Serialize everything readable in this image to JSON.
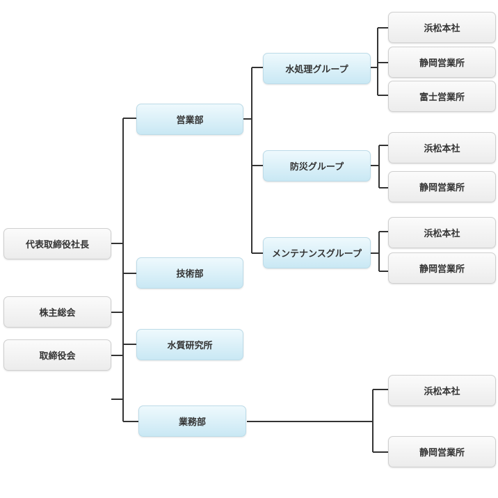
{
  "left": {
    "president": "代表取締役社長",
    "shareholders": "株主総会",
    "board": "取締役会"
  },
  "departments": {
    "sales": "営業部",
    "technical": "技術部",
    "lab": "水質研究所",
    "business": "業務部"
  },
  "groups": {
    "water": "水処理グループ",
    "disaster": "防災グループ",
    "maintenance": "メンテナンスグループ"
  },
  "offices": {
    "water": [
      "浜松本社",
      "静岡営業所",
      "富士営業所"
    ],
    "disaster": [
      "浜松本社",
      "静岡営業所"
    ],
    "maintenance": [
      "浜松本社",
      "静岡営業所"
    ],
    "business": [
      "浜松本社",
      "静岡営業所"
    ]
  },
  "colors": {
    "line": "#333333",
    "blue_node": "#c9e8f4",
    "gray_node": "#ececec"
  }
}
